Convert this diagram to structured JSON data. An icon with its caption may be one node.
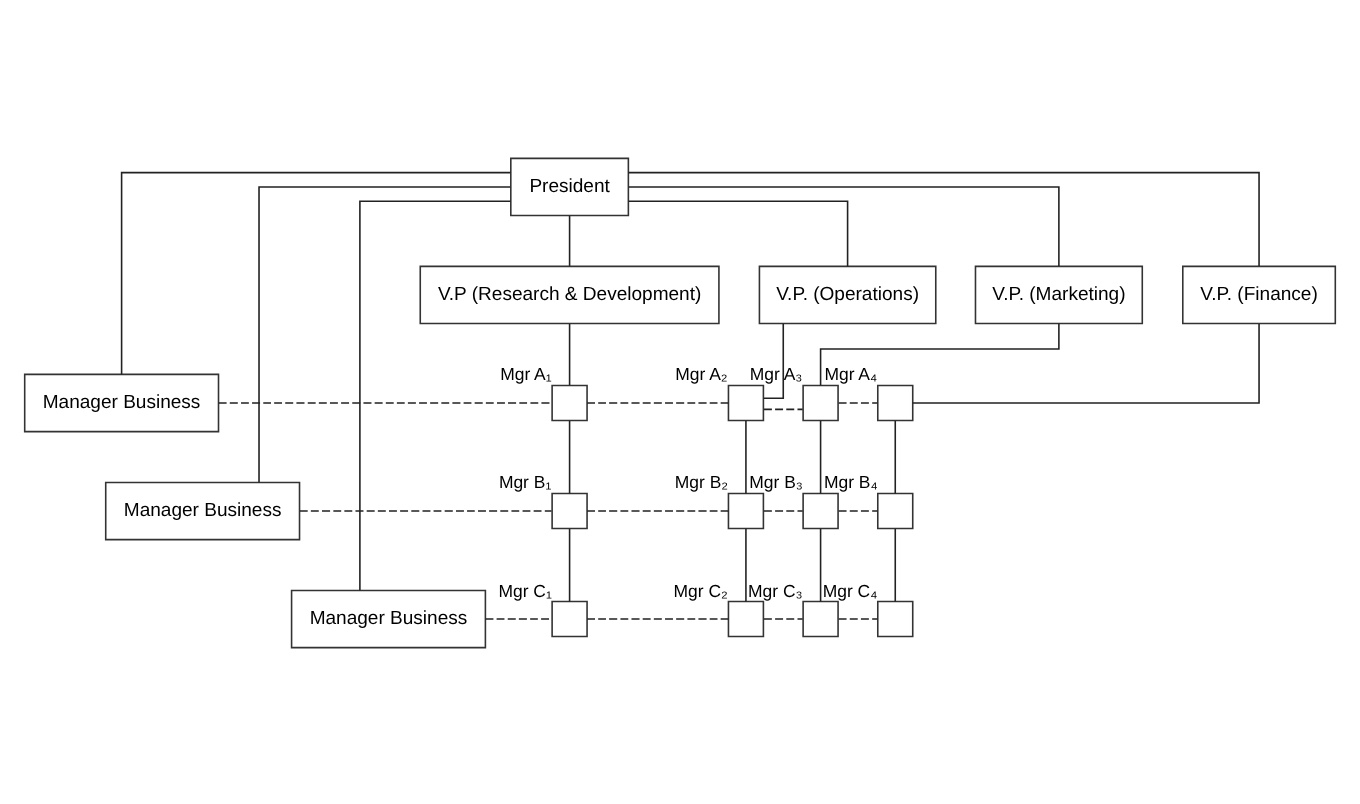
{
  "diagram": {
    "nodes": [
      {
        "text": [
          "President"
        ]
      },
      {
        "text": [
          "V.P (Research & Development)"
        ]
      },
      {
        "text": [
          "V.P. (Operations)"
        ]
      },
      {
        "text": [
          "V.P. (Marketing)"
        ]
      },
      {
        "text": [
          "V.P. (Finance)"
        ]
      },
      {
        "text": [
          "Manager Business"
        ]
      },
      {
        "text": [],
        "shape": "box",
        "beside": [
          "Mgr A₁"
        ]
      },
      {
        "text": [],
        "shape": "box",
        "beside": [
          "Mgr A₂"
        ]
      },
      {
        "text": [],
        "shape": "box",
        "beside": [
          "Mgr A₃"
        ]
      },
      {
        "text": [],
        "shape": "box",
        "beside": [
          "Mgr A₄"
        ]
      },
      {
        "text": [
          "Manager Business"
        ]
      },
      {
        "text": [],
        "shape": "box",
        "beside": [
          "Mgr B₁"
        ]
      },
      {
        "text": [],
        "shape": "box",
        "beside": [
          "Mgr B₂"
        ]
      },
      {
        "text": [],
        "shape": "box",
        "beside": [
          "Mgr B₃"
        ]
      },
      {
        "text": [],
        "shape": "box",
        "beside": [
          "Mgr B₄"
        ]
      },
      {
        "text": [
          "Manager Business"
        ]
      },
      {
        "text": [],
        "shape": "box",
        "beside": [
          "Mgr C₁"
        ]
      },
      {
        "text": [],
        "shape": "box",
        "beside": [
          "Mgr C₂"
        ]
      },
      {
        "text": [],
        "shape": "box",
        "beside": [
          "Mgr C₃"
        ]
      },
      {
        "text": [],
        "shape": "box",
        "beside": [
          "Mgr C₄"
        ]
      }
    ],
    "edges": [
      {
        "from": 0,
        "to": 1,
        "arrow": "none"
      },
      {
        "from": 0,
        "to": 2,
        "arrow": "none"
      },
      {
        "from": 0,
        "to": 3,
        "arrow": "none"
      },
      {
        "from": 0,
        "to": 4,
        "arrow": "none"
      },
      {
        "from": 0,
        "to": 5,
        "arrow": "none"
      },
      {
        "from": 0,
        "to": 10,
        "arrow": "none"
      },
      {
        "from": 0,
        "to": 15,
        "arrow": "none"
      },
      {
        "from": 1,
        "to": 6,
        "arrow": "none"
      },
      {
        "from": 6,
        "to": 11,
        "arrow": "none"
      },
      {
        "from": 11,
        "to": 16,
        "arrow": "none"
      },
      {
        "from": 2,
        "to": 7,
        "arrow": "none"
      },
      {
        "from": 7,
        "to": 12,
        "arrow": "none"
      },
      {
        "from": 12,
        "to": 17,
        "arrow": "none"
      },
      {
        "from": 3,
        "to": 8,
        "arrow": "none"
      },
      {
        "from": 8,
        "to": 13,
        "arrow": "none"
      },
      {
        "from": 13,
        "to": 18,
        "arrow": "none"
      },
      {
        "from": 4,
        "to": 9,
        "arrow": "none"
      },
      {
        "from": 9,
        "to": 14,
        "arrow": "none"
      },
      {
        "from": 14,
        "to": 19,
        "arrow": "none"
      },
      {
        "from": 5,
        "to": 6,
        "arrow": "none",
        "style": "dashed"
      },
      {
        "from": 6,
        "to": 7,
        "arrow": "none",
        "style": "dashed"
      },
      {
        "from": 7,
        "to": 8,
        "arrow": "none",
        "style": "dashed"
      },
      {
        "from": 8,
        "to": 9,
        "arrow": "none",
        "style": "dashed"
      },
      {
        "from": 10,
        "to": 11,
        "arrow": "none",
        "style": "dashed"
      },
      {
        "from": 11,
        "to": 12,
        "arrow": "none",
        "style": "dashed"
      },
      {
        "from": 12,
        "to": 13,
        "arrow": "none",
        "style": "dashed"
      },
      {
        "from": 13,
        "to": 14,
        "arrow": "none",
        "style": "dashed"
      },
      {
        "from": 15,
        "to": 16,
        "arrow": "none",
        "style": "dashed"
      },
      {
        "from": 16,
        "to": 17,
        "arrow": "none",
        "style": "dashed"
      },
      {
        "from": 17,
        "to": 18,
        "arrow": "none",
        "style": "dashed"
      },
      {
        "from": 18,
        "to": 19,
        "arrow": "none",
        "style": "dashed"
      }
    ]
  }
}
